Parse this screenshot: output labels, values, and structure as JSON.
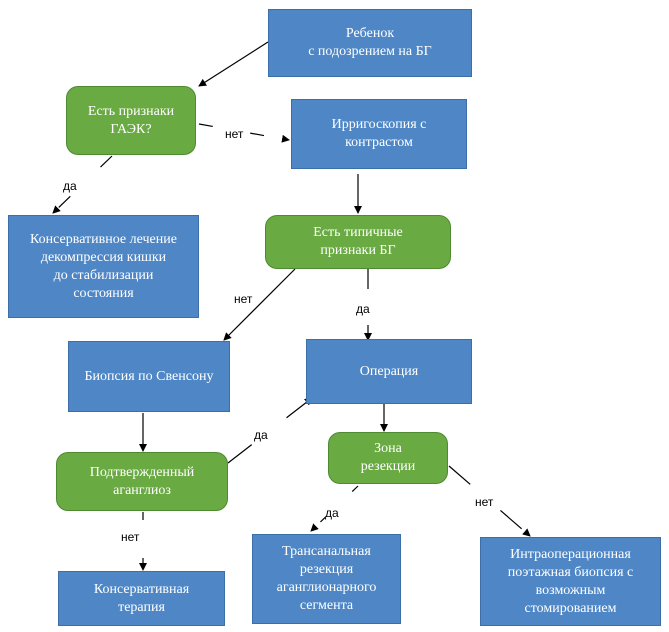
{
  "nodes": {
    "child": "Ребенок\nс подозрением на БГ",
    "haec": "Есть признаки\nГАЭК?",
    "irrigo": "Ирригоскопия с\nконтрастом",
    "conserv_treat": "Консервативное лечение\nдекомпрессия кишки\nдо стабилизации\nсостояния",
    "typical": "Есть типичные\nпризнаки БГ",
    "biopsy": "Биопсия по Свенсону",
    "operation": "Операция",
    "confirmed": "Подтвержденный\nаганглиоз",
    "zone": "Зона\nрезекции",
    "conserv_therapy": "Консервативная\nтерапия",
    "transanal": "Трансанальная\nрезекция\nаганглионарного\nсегмента",
    "intraop": "Интраоперационная\nпоэтажная биопсия с\nвозможным\nстомированием"
  },
  "labels": {
    "haec_no": "нет",
    "haec_yes": "да",
    "typical_no": "нет",
    "typical_yes": "да",
    "confirmed_yes": "да",
    "confirmed_no": "нет",
    "zone_yes": "да",
    "zone_no": "нет"
  },
  "colors": {
    "rect_fill": "#4f87c6",
    "decision_fill": "#6aaa43",
    "text": "#ffffff",
    "line": "#000000"
  }
}
